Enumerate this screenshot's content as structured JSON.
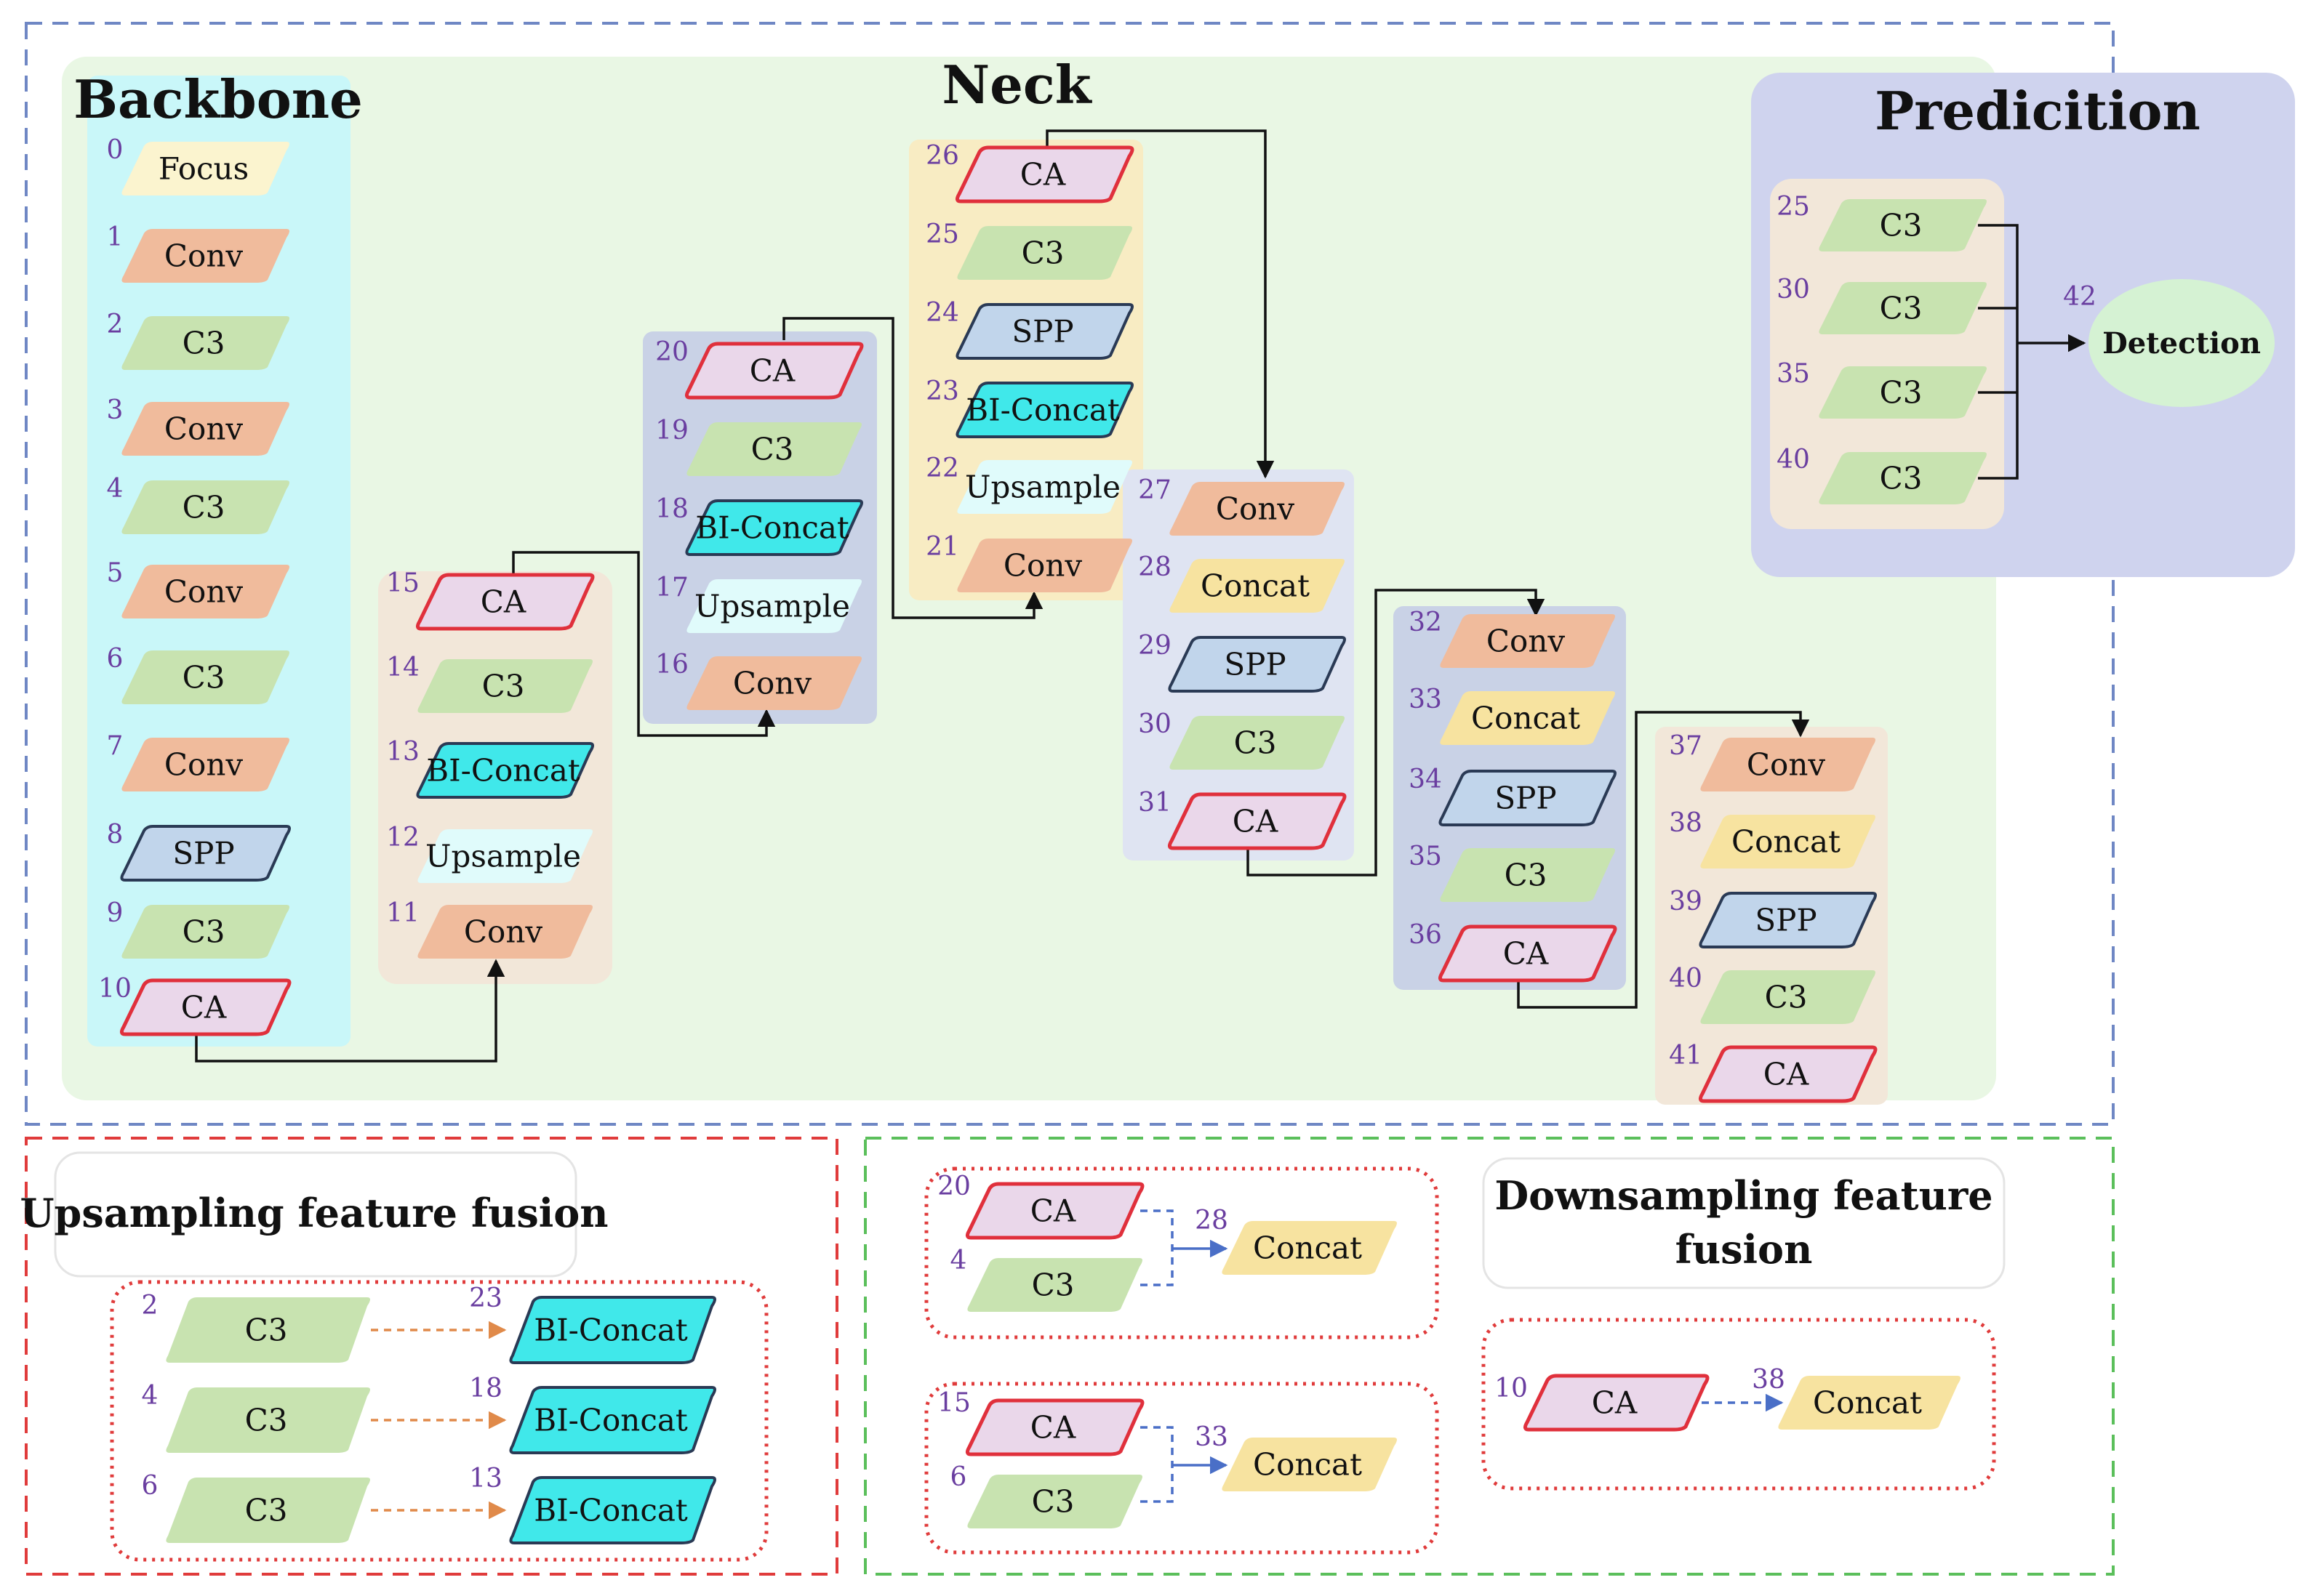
{
  "sections": {
    "backbone": "Backbone",
    "neck": "Neck",
    "prediction": "Predicition",
    "upsampling": "Upsampling feature fusion",
    "downsampling_line1": "Downsampling feature",
    "downsampling_line2": "fusion"
  },
  "colors": {
    "focus": "#fbf4cf",
    "conv": "#f0bb9c",
    "c3": "#c8e3b0",
    "spp": "#c1d5eb",
    "ca": "#ead7ea",
    "ca_border": "#e0303c",
    "biconcat": "#40e8ea",
    "upsample": "#e0fbfb",
    "concat": "#f7e3a0",
    "detection": "#d5f2d3",
    "panel_green": "#e9f7e4",
    "panel_cyan": "#c9f7f9",
    "panel_beige": "#f2e7d9",
    "panel_blue": "#c9d2e6",
    "panel_yellow": "#f8ecc3",
    "panel_lavender": "#cfd3ee",
    "number_color": "#6a3ea0"
  },
  "backbone": [
    {
      "num": "0",
      "label": "Focus",
      "kind": "focus"
    },
    {
      "num": "1",
      "label": "Conv",
      "kind": "conv"
    },
    {
      "num": "2",
      "label": "C3",
      "kind": "c3"
    },
    {
      "num": "3",
      "label": "Conv",
      "kind": "conv"
    },
    {
      "num": "4",
      "label": "C3",
      "kind": "c3"
    },
    {
      "num": "5",
      "label": "Conv",
      "kind": "conv"
    },
    {
      "num": "6",
      "label": "C3",
      "kind": "c3"
    },
    {
      "num": "7",
      "label": "Conv",
      "kind": "conv"
    },
    {
      "num": "8",
      "label": "SPP",
      "kind": "spp"
    },
    {
      "num": "9",
      "label": "C3",
      "kind": "c3"
    },
    {
      "num": "10",
      "label": "CA",
      "kind": "ca"
    }
  ],
  "neck_groups": [
    [
      {
        "num": "15",
        "label": "CA",
        "kind": "ca"
      },
      {
        "num": "14",
        "label": "C3",
        "kind": "c3"
      },
      {
        "num": "13",
        "label": "BI-Concat",
        "kind": "biconcat"
      },
      {
        "num": "12",
        "label": "Upsample",
        "kind": "upsample"
      },
      {
        "num": "11",
        "label": "Conv",
        "kind": "conv"
      }
    ],
    [
      {
        "num": "20",
        "label": "CA",
        "kind": "ca"
      },
      {
        "num": "19",
        "label": "C3",
        "kind": "c3"
      },
      {
        "num": "18",
        "label": "BI-Concat",
        "kind": "biconcat"
      },
      {
        "num": "17",
        "label": "Upsample",
        "kind": "upsample"
      },
      {
        "num": "16",
        "label": "Conv",
        "kind": "conv"
      }
    ],
    [
      {
        "num": "26",
        "label": "CA",
        "kind": "ca"
      },
      {
        "num": "25",
        "label": "C3",
        "kind": "c3"
      },
      {
        "num": "24",
        "label": "SPP",
        "kind": "spp"
      },
      {
        "num": "23",
        "label": "BI-Concat",
        "kind": "biconcat"
      },
      {
        "num": "22",
        "label": "Upsample",
        "kind": "upsample"
      },
      {
        "num": "21",
        "label": "Conv",
        "kind": "conv"
      }
    ],
    [
      {
        "num": "27",
        "label": "Conv",
        "kind": "conv"
      },
      {
        "num": "28",
        "label": "Concat",
        "kind": "concat"
      },
      {
        "num": "29",
        "label": "SPP",
        "kind": "spp"
      },
      {
        "num": "30",
        "label": "C3",
        "kind": "c3"
      },
      {
        "num": "31",
        "label": "CA",
        "kind": "ca"
      }
    ],
    [
      {
        "num": "32",
        "label": "Conv",
        "kind": "conv"
      },
      {
        "num": "33",
        "label": "Concat",
        "kind": "concat"
      },
      {
        "num": "34",
        "label": "SPP",
        "kind": "spp"
      },
      {
        "num": "35",
        "label": "C3",
        "kind": "c3"
      },
      {
        "num": "36",
        "label": "CA",
        "kind": "ca"
      }
    ],
    [
      {
        "num": "37",
        "label": "Conv",
        "kind": "conv"
      },
      {
        "num": "38",
        "label": "Concat",
        "kind": "concat"
      },
      {
        "num": "39",
        "label": "SPP",
        "kind": "spp"
      },
      {
        "num": "40",
        "label": "C3",
        "kind": "c3"
      },
      {
        "num": "41",
        "label": "CA",
        "kind": "ca"
      }
    ]
  ],
  "prediction": {
    "inputs": [
      {
        "num": "25",
        "label": "C3",
        "kind": "c3"
      },
      {
        "num": "30",
        "label": "C3",
        "kind": "c3"
      },
      {
        "num": "35",
        "label": "C3",
        "kind": "c3"
      },
      {
        "num": "40",
        "label": "C3",
        "kind": "c3"
      }
    ],
    "output_num": "42",
    "output_label": "Detection"
  },
  "upsampling_pairs": [
    {
      "from_num": "2",
      "from_label": "C3",
      "to_num": "23",
      "to_label": "BI-Concat"
    },
    {
      "from_num": "4",
      "from_label": "C3",
      "to_num": "18",
      "to_label": "BI-Concat"
    },
    {
      "from_num": "6",
      "from_label": "C3",
      "to_num": "13",
      "to_label": "BI-Concat"
    }
  ],
  "downsampling_groups": [
    {
      "a_num": "20",
      "a_label": "CA",
      "b_num": "4",
      "b_label": "C3",
      "to_num": "28",
      "to_label": "Concat"
    },
    {
      "a_num": "15",
      "a_label": "CA",
      "b_num": "6",
      "b_label": "C3",
      "to_num": "33",
      "to_label": "Concat"
    }
  ],
  "downsampling_single": {
    "from_num": "10",
    "from_label": "CA",
    "to_num": "38",
    "to_label": "Concat"
  }
}
